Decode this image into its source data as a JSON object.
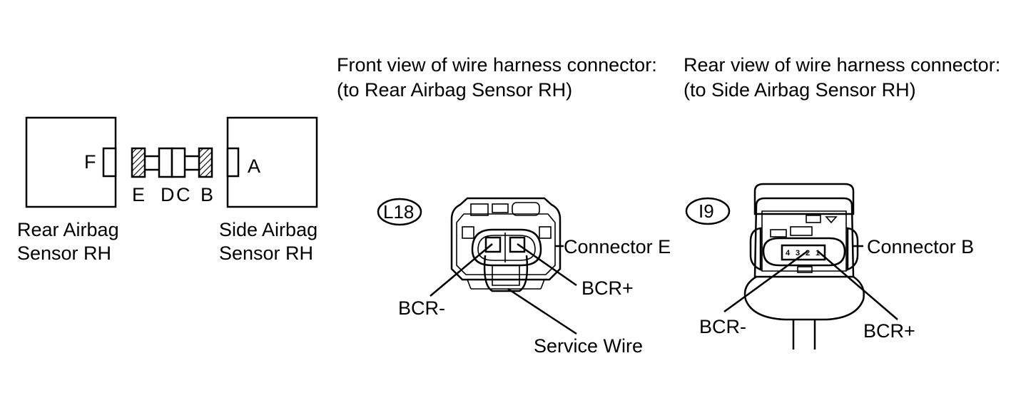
{
  "layout_diagram": {
    "rear_sensor_label_line1": "Rear Airbag",
    "rear_sensor_label_line2": "Sensor RH",
    "side_sensor_label_line1": "Side Airbag",
    "side_sensor_label_line2": "Sensor RH",
    "connector_letters": {
      "F": "F",
      "E": "E",
      "D": "D",
      "C": "C",
      "B": "B",
      "A": "A"
    }
  },
  "front_view": {
    "title_line1": "Front view of wire harness connector:",
    "title_line2": "(to Rear Airbag Sensor RH)",
    "connector_code": "L18",
    "connector_name": "Connector E",
    "terminal_minus": "BCR-",
    "terminal_plus": "BCR+",
    "service_wire": "Service Wire"
  },
  "rear_view": {
    "title_line1": "Rear view of wire harness connector:",
    "title_line2": "(to Side Airbag Sensor RH)",
    "connector_code": "I9",
    "connector_name": "Connector B",
    "terminal_minus": "BCR-",
    "terminal_plus": "BCR+",
    "pin_numbers": [
      "4",
      "3",
      "2",
      "1"
    ]
  }
}
